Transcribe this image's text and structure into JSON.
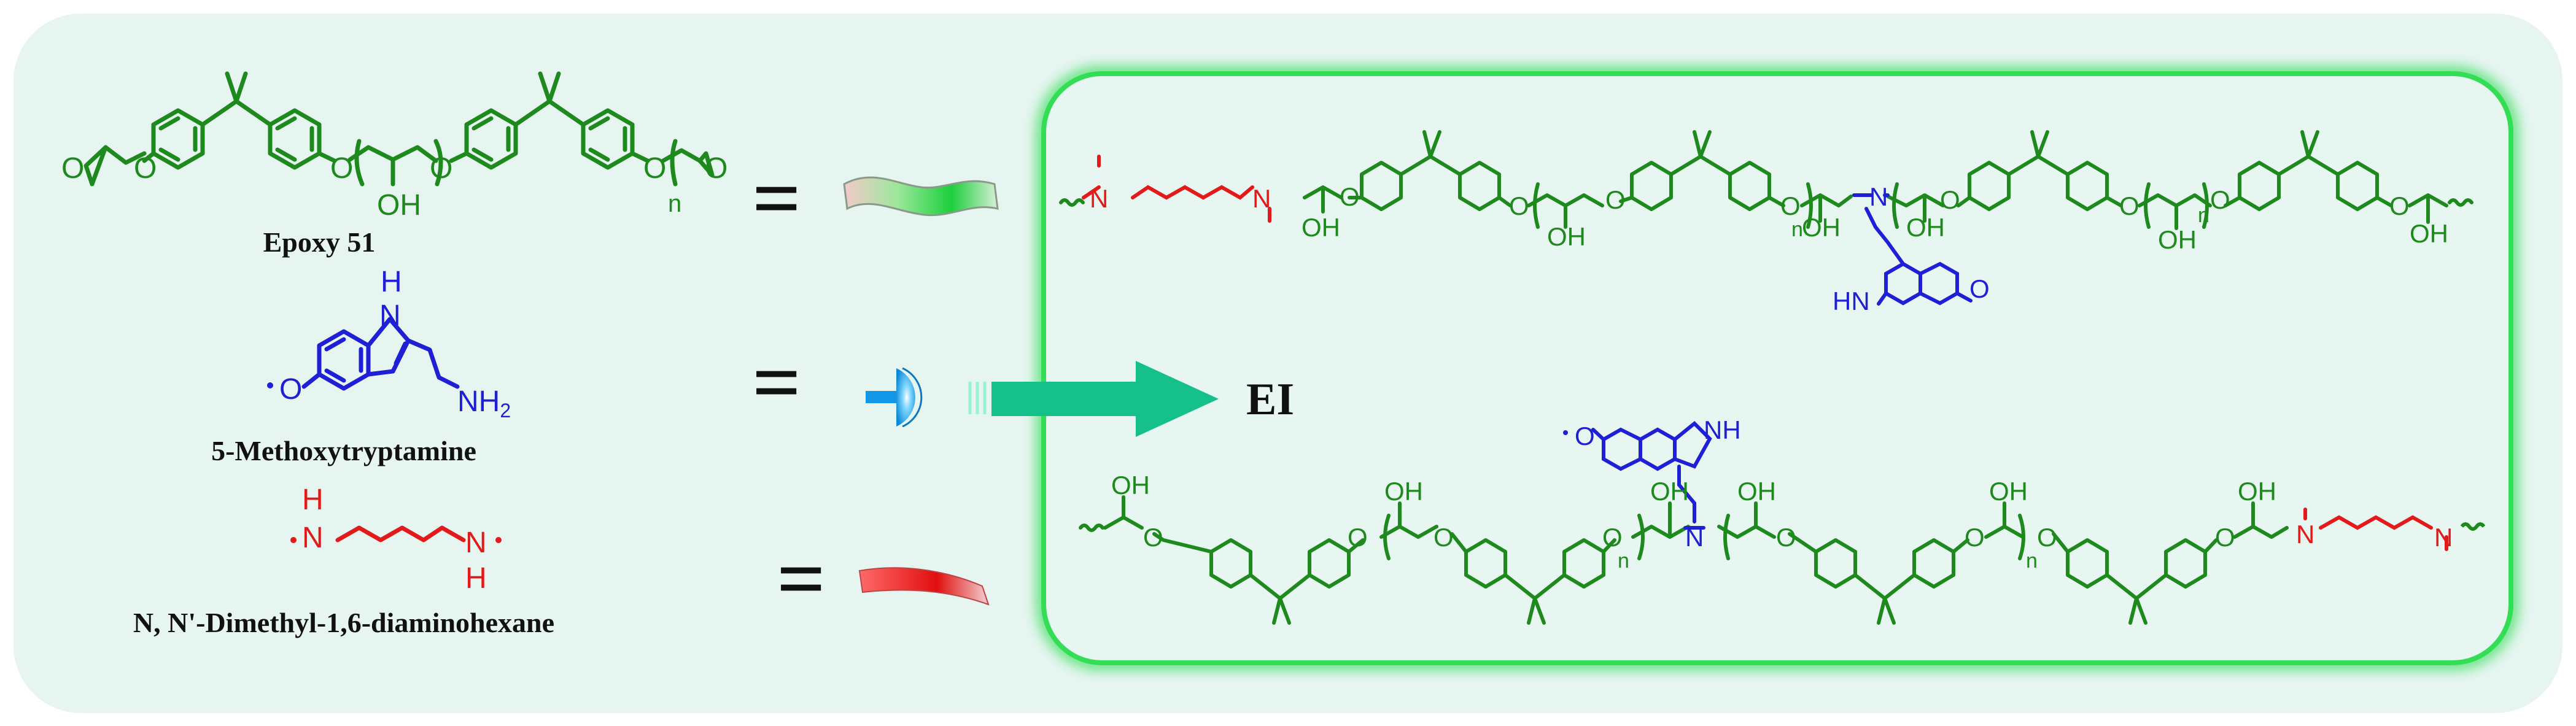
{
  "colors": {
    "panel_bg": "#e7f5f1",
    "epoxy": "#1e8a1e",
    "indole": "#1f1fd6",
    "diamine": "#e21a1a",
    "arrow": "#16c08a",
    "frame": "#33dd55",
    "text": "#111111"
  },
  "legend": {
    "equals_sign": "=",
    "epoxy_name": "Epoxy 51",
    "indole_name": "5-Methoxytryptamine",
    "diamine_name": "N, N'-Dimethyl-1,6-diaminohexane"
  },
  "atoms": {
    "O": "O",
    "OH": "OH",
    "N": "N",
    "H": "H",
    "HN": "HN",
    "NH": "NH",
    "NH2_base": "NH",
    "NH2_sub": "2",
    "n": "n"
  },
  "product_label": "EI",
  "icons": [
    "green-ribbon-icon",
    "blue-bulb-icon",
    "red-ribbon-icon"
  ]
}
